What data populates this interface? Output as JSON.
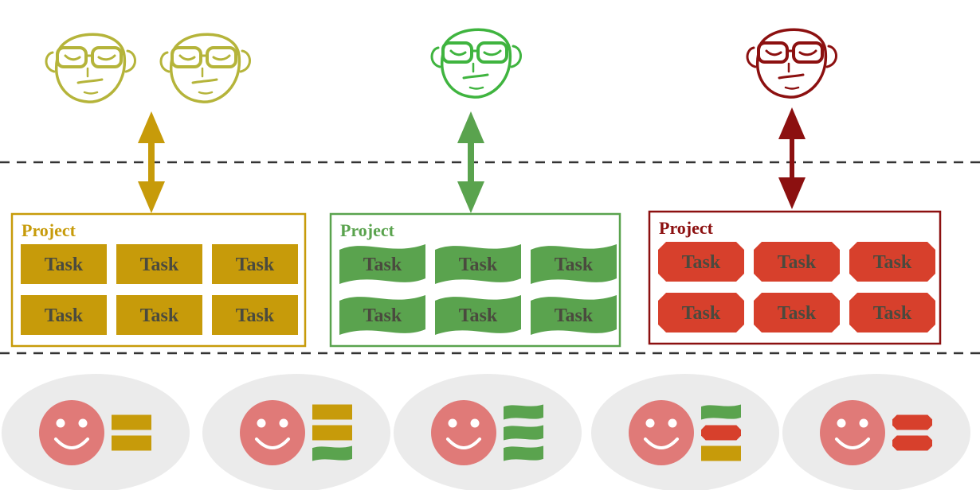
{
  "colors": {
    "olive_face": "#b5b43a",
    "gold": "#c79b0a",
    "green_face": "#3fb43f",
    "green": "#5aa34e",
    "dark_red": "#8c1010",
    "red": "#d7402c",
    "worker_face": "#e07a78",
    "worker_bg": "#ebebeb",
    "divider": "#333333"
  },
  "projects": [
    {
      "label": "Project",
      "style": "rect",
      "color": "#c79b0a",
      "tasks": [
        "Task",
        "Task",
        "Task",
        "Task",
        "Task",
        "Task"
      ]
    },
    {
      "label": "Project",
      "style": "wave",
      "color": "#5aa34e",
      "tasks": [
        "Task",
        "Task",
        "Task",
        "Task",
        "Task",
        "Task"
      ]
    },
    {
      "label": "Project",
      "style": "cut",
      "color": "#d7402c",
      "tasks": [
        "Task",
        "Task",
        "Task",
        "Task",
        "Task",
        "Task"
      ]
    }
  ],
  "managers": [
    {
      "group": "olive",
      "count": 2
    },
    {
      "group": "green",
      "count": 1
    },
    {
      "group": "red",
      "count": 1
    }
  ],
  "workers": [
    {
      "tasks": [
        "rect",
        "rect"
      ]
    },
    {
      "tasks": [
        "rect",
        "rect",
        "wave"
      ]
    },
    {
      "tasks": [
        "wave",
        "wave",
        "wave"
      ]
    },
    {
      "tasks": [
        "wave",
        "cut",
        "rect"
      ]
    },
    {
      "tasks": [
        "cut",
        "cut"
      ]
    }
  ]
}
